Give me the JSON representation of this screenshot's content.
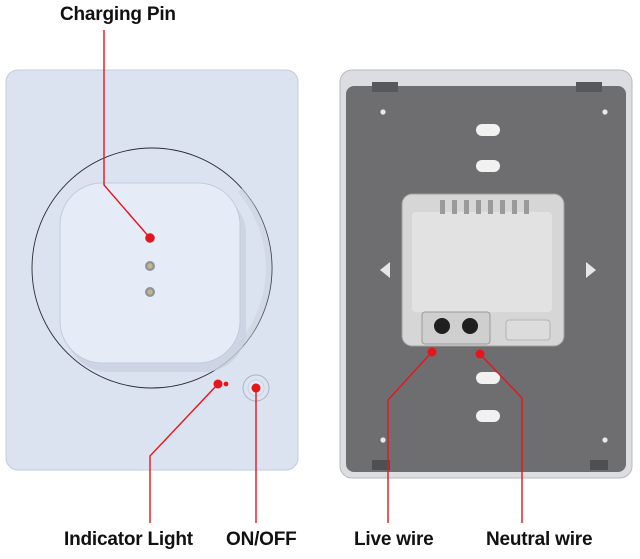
{
  "labels": {
    "charging_pin": "Charging Pin",
    "indicator_light": "Indicator Light",
    "on_off": "ON/OFF",
    "live_wire": "Live wire",
    "neutral_wire": "Neutral wire"
  },
  "colors": {
    "front_plate": "#dbe3f1",
    "back_plate_frame": "#dcdde1",
    "back_plate_inner": "#6e6e70",
    "module_body": "#e0e0e0",
    "callout": "#e8141c",
    "text": "#111111"
  }
}
